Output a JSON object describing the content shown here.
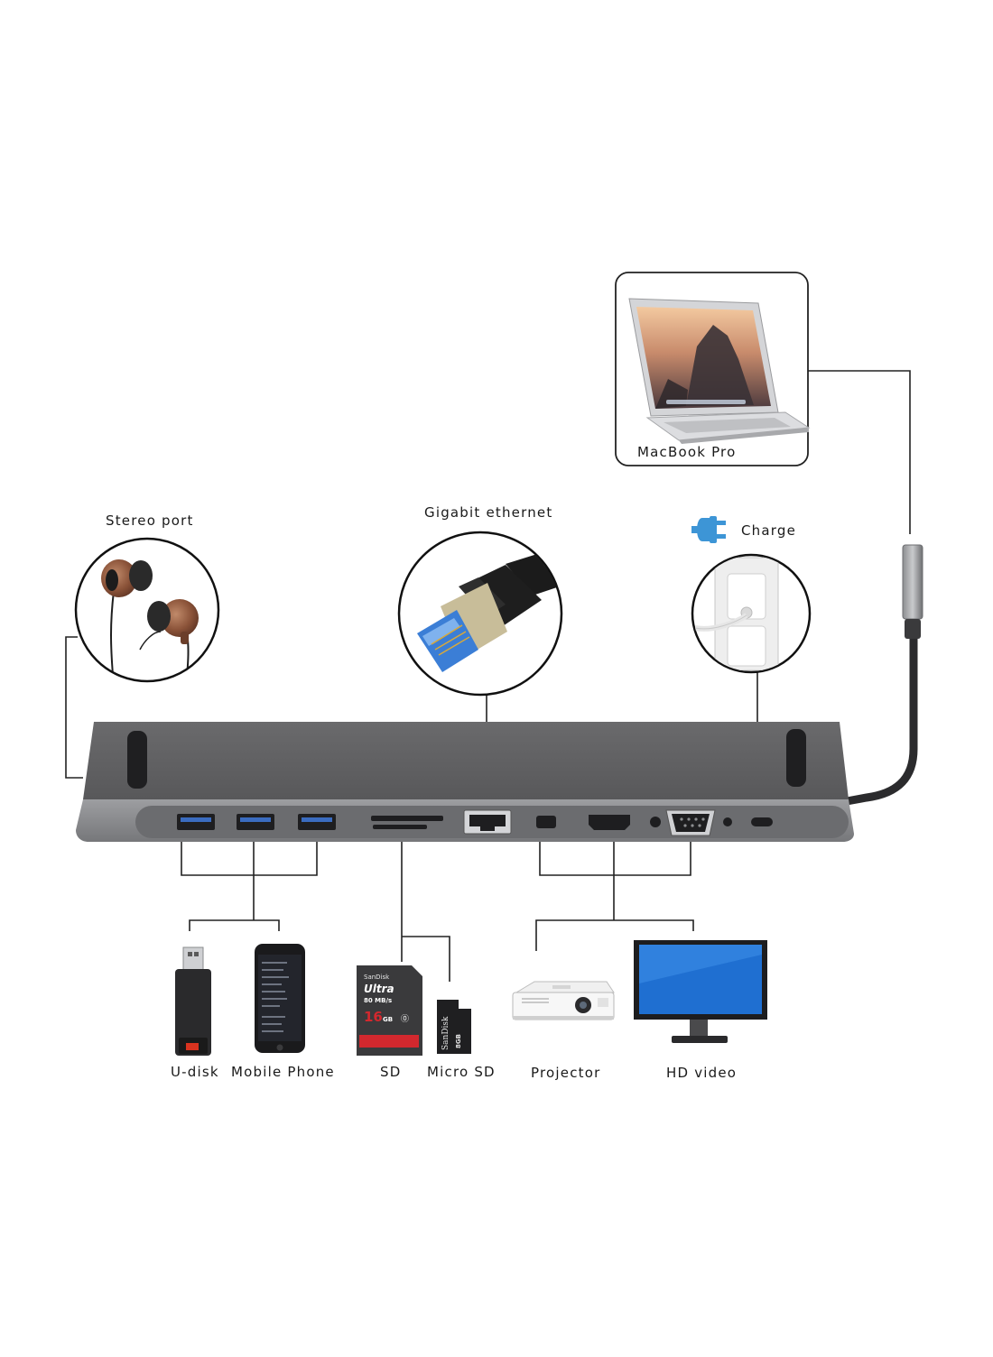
{
  "colors": {
    "hub_top": "#5f5f61",
    "hub_front": "#86878a",
    "port_dark": "#2b2b2d",
    "line": "#222222",
    "charge_icon": "#3d95d6",
    "sd_red": "#d2282e"
  },
  "labels": {
    "macbook": "MacBook Pro",
    "stereo": "Stereo port",
    "ethernet": "Gigabit ethernet",
    "charge": "Charge",
    "udisk": "U-disk",
    "phone": "Mobile Phone",
    "sd": "SD",
    "microsd": "Micro SD",
    "projector": "Projector",
    "hdvideo": "HD video"
  },
  "sd_card": {
    "brand": "SanDisk",
    "line": "Ultra",
    "speed": "80 MB/s",
    "capacity": "16",
    "unit": "GB"
  },
  "microsd_card": {
    "brand": "SanDisk",
    "capacity": "8GB"
  },
  "icons": [
    "plug-icon",
    "laptop-icon",
    "earphones-icon",
    "ethernet-plug-icon",
    "wall-outlet-icon",
    "usb-stick-icon",
    "phone-icon",
    "sd-card-icon",
    "microsd-card-icon",
    "projector-icon",
    "monitor-icon"
  ]
}
